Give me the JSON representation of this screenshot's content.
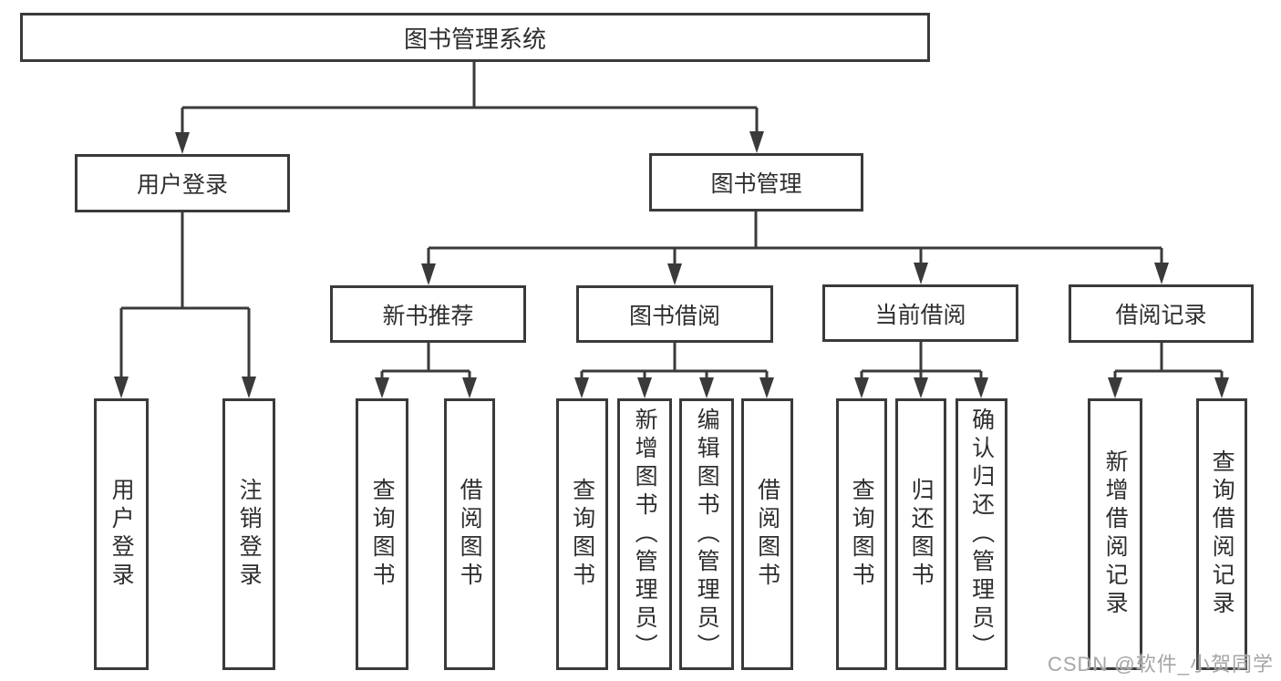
{
  "diagram": {
    "type": "tree",
    "background": "#ffffff",
    "line_color": "#3a3a3a",
    "text_color": "#2e2e2e",
    "watermark": {
      "text": "CSDN @软件_小贺同学",
      "color": "#a6a6a6"
    },
    "tree": {
      "label": "图书管理系统",
      "children": [
        {
          "label": "用户登录",
          "children": [
            {
              "label": "用户登录"
            },
            {
              "label": "注销登录"
            }
          ]
        },
        {
          "label": "图书管理",
          "children": [
            {
              "label": "新书推荐",
              "children": [
                {
                  "label": "查询图书"
                },
                {
                  "label": "借阅图书"
                }
              ]
            },
            {
              "label": "图书借阅",
              "children": [
                {
                  "label": "查询图书"
                },
                {
                  "label": "新增图书（管理员）"
                },
                {
                  "label": "编辑图书（管理员）"
                },
                {
                  "label": "借阅图书"
                }
              ]
            },
            {
              "label": "当前借阅",
              "children": [
                {
                  "label": "查询图书"
                },
                {
                  "label": "归还图书"
                },
                {
                  "label": "确认归还（管理员）"
                }
              ]
            },
            {
              "label": "借阅记录",
              "children": [
                {
                  "label": "新增借阅记录"
                },
                {
                  "label": "查询借阅记录"
                }
              ]
            }
          ]
        }
      ]
    }
  }
}
